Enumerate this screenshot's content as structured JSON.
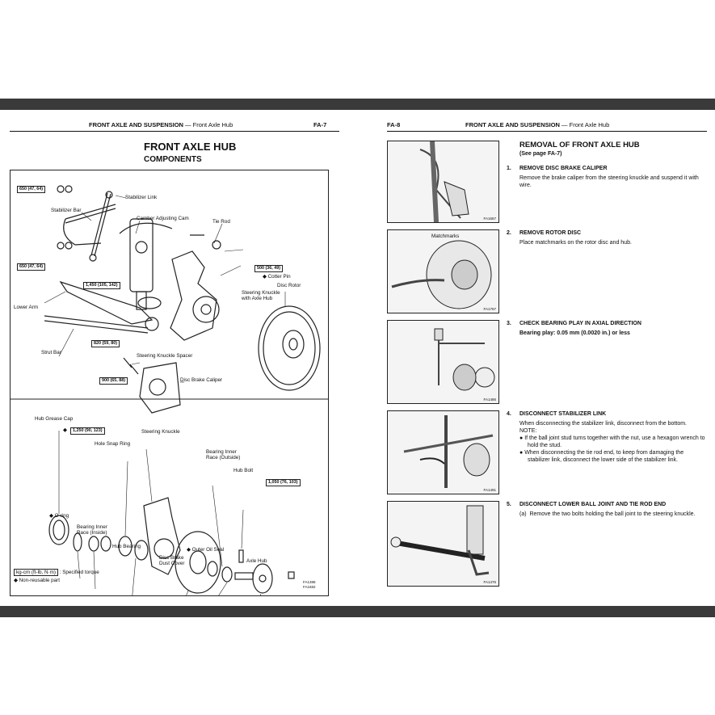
{
  "left": {
    "header_title": "FRONT AXLE AND SUSPENSION",
    "header_dash": "—",
    "header_sub": "Front Axle Hub",
    "page_no": "FA-7",
    "title": "FRONT AXLE HUB",
    "subtitle": "COMPONENTS",
    "labels": {
      "stabilizer_link": "Stabilizer Link",
      "stabilizer_bar": "Stabilizer Bar",
      "camber_cam": "Camber Adjusting Cam",
      "tie_rod": "Tie Rod",
      "cotter_pin": "Cotter Pin",
      "steering_knuckle_axle": "Steering Knuckle",
      "with_axle_hub": "with Axle Hub",
      "disc_rotor": "Disc Rotor",
      "lower_arm": "Lower Arm",
      "strut_bar": "Strut Bar",
      "knuckle_spacer": "Steering Knuckle Spacer",
      "disc_brake_caliper": "Disc Brake Caliper",
      "hub_grease_cap": "Hub Grease Cap",
      "steering_knuckle": "Steering Knuckle",
      "hole_snap_ring": "Hole Snap Ring",
      "bearing_inner_race_out_1": "Bearing Inner",
      "bearing_inner_race_out_2": "Race (Outside)",
      "hub_bolt": "Hub Bolt",
      "o_ring": "O-ring",
      "bearing_inner_race_in_1": "Bearing Inner",
      "bearing_inner_race_in_2": "Race (Inside)",
      "hub_bearing": "Hub Bearing",
      "outer_oil_seal": "Outer Oil Seal",
      "dust_cover_1": "Disc Brake",
      "dust_cover_2": "Dust Cover",
      "axle_hub": "Axle Hub"
    },
    "torques": {
      "t650a": "650 (47, 64)",
      "t650b": "650 (47, 64)",
      "t1450": "1,450 (105, 142)",
      "t500": "500 (36, 49)",
      "t820": "820 (59, 80)",
      "t900": "900 (65, 88)",
      "t1250": "1,250 (90, 123)",
      "t1050": "1,050 (76, 103)"
    },
    "legend_unit": "kg-cm (ft-lb, N·m)",
    "legend_unit_desc": ": Specified torque",
    "legend_nonreusable": "Non-reusable part",
    "fig_codes": [
      "FA1388",
      "FA1682"
    ]
  },
  "right": {
    "page_no": "FA-8",
    "header_title": "FRONT AXLE AND SUSPENSION",
    "header_dash": "—",
    "header_sub": "Front Axle Hub",
    "title": "REMOVAL OF FRONT AXLE HUB",
    "see_page": "(See page FA-7)",
    "steps": [
      {
        "num": "1.",
        "heading": "REMOVE DISC BRAKE CALIPER",
        "text": "Remove the brake caliper from the steering knuckle and suspend it with wire.",
        "fig": "FA1657"
      },
      {
        "num": "2.",
        "heading": "REMOVE ROTOR DISC",
        "text": "Place matchmarks on the rotor disc and hub.",
        "fig": "FA1767",
        "callout": "Matchmarks"
      },
      {
        "num": "3.",
        "heading": "CHECK BEARING PLAY IN AXIAL DIRECTION",
        "text": "Bearing play:  0.05 mm (0.0020 in.) or less",
        "fig": "FA1486"
      },
      {
        "num": "4.",
        "heading": "DISCONNECT STABILIZER LINK",
        "text": "When disconnecting the stabilizer link, disconnect from the bottom.",
        "note": "NOTE:",
        "bullet1": "If the ball joint stud turns together with the nut, use a hexagon wrench to hold the stud.",
        "bullet2": "When disconnecting the tie rod end, to keep from damaging the stabilizer link, disconnect the lower side of the stabilizer link.",
        "fig": "FA1491"
      },
      {
        "num": "5.",
        "heading": "DISCONNECT LOWER BALL JOINT AND TIE ROD END",
        "sub_num": "(a)",
        "text": "Remove the two bolts holding the ball joint to the steering knuckle.",
        "fig": "FA1476"
      }
    ]
  }
}
